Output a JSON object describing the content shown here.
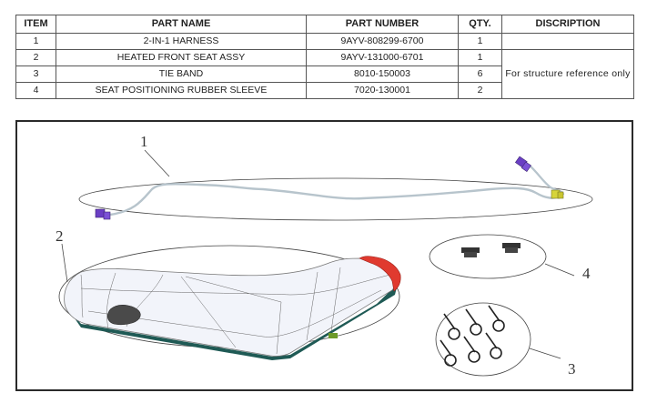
{
  "table": {
    "headers": {
      "item": "ITEM",
      "part_name": "PART NAME",
      "part_number": "PART NUMBER",
      "qty": "QTY.",
      "description": "DISCRIPTION"
    },
    "rows": [
      {
        "item": "1",
        "part_name": "2-IN-1 HARNESS",
        "part_number": "9AYV-808299-6700",
        "qty": "1"
      },
      {
        "item": "2",
        "part_name": "HEATED FRONT SEAT ASSY",
        "part_number": "9AYV-131000-6701",
        "qty": "1"
      },
      {
        "item": "3",
        "part_name": "TIE BAND",
        "part_number": "8010-150003",
        "qty": "6"
      },
      {
        "item": "4",
        "part_name": "SEAT POSITIONING RUBBER SLEEVE",
        "part_number": "7020-130001",
        "qty": "2"
      }
    ],
    "row1_description": "",
    "shared_description": "For structure reference only"
  },
  "diagram": {
    "callouts": {
      "harness": "1",
      "seat": "2",
      "tie_band": "3",
      "rubber_sleeve": "4"
    },
    "colors": {
      "connector_purple": "#6a3fc4",
      "connector_yellow": "#d6d43a",
      "seat_red": "#e03a2f",
      "seat_trim": "#1f5a55",
      "seat_body": "#f2f4fa",
      "wire": "#b7c4cc"
    }
  }
}
